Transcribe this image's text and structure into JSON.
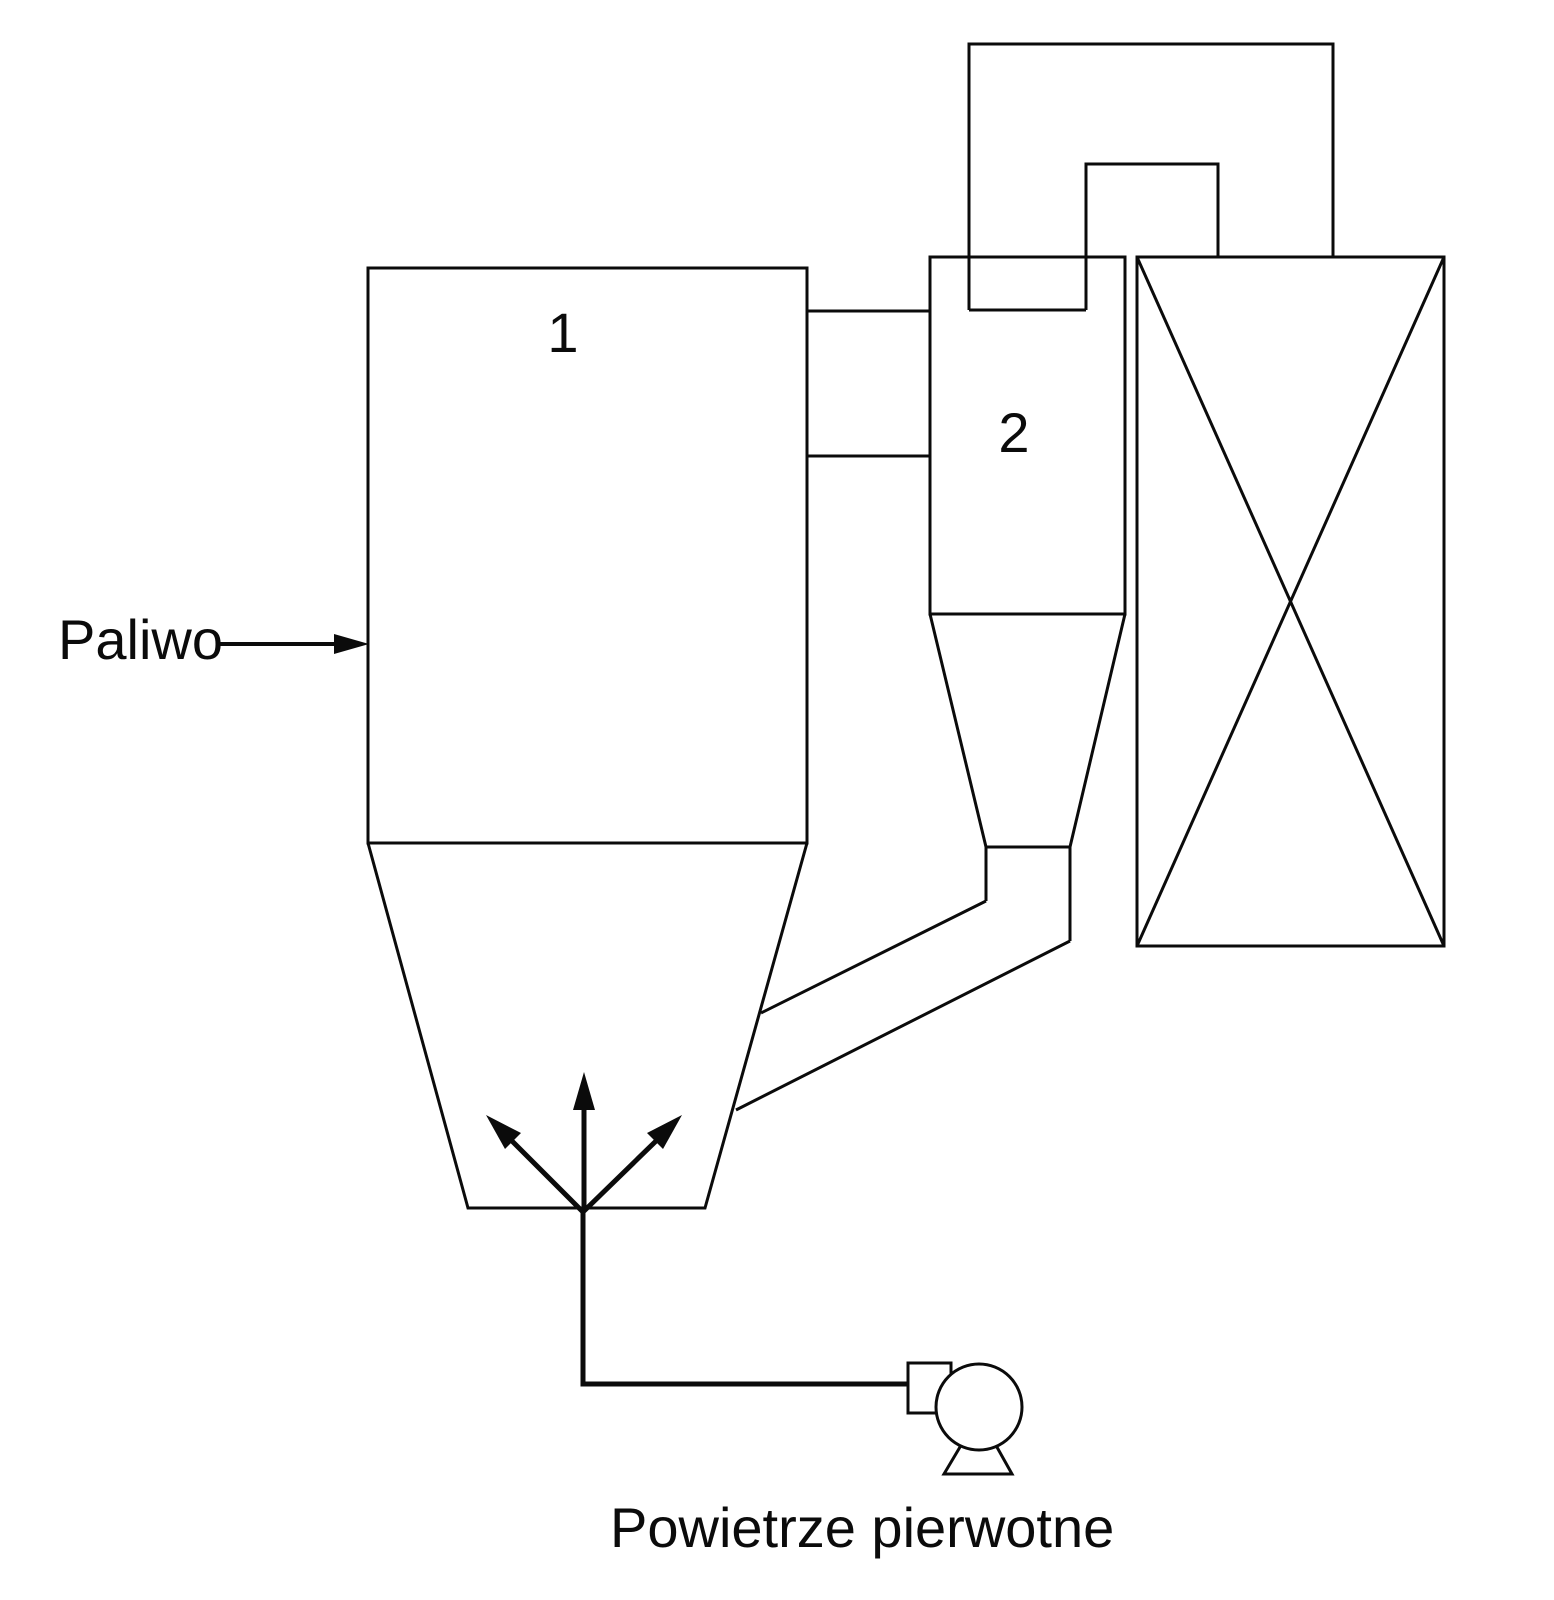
{
  "diagram": {
    "labels": {
      "fuel": "Paliwo",
      "primary_air": "Powietrze pierwotne",
      "unit1": "1",
      "unit2": "2"
    },
    "colors": {
      "line": "#0b0b0b",
      "background": "#ffffff"
    }
  }
}
